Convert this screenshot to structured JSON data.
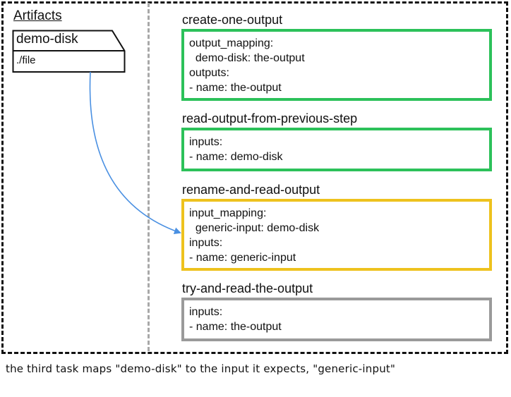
{
  "artifacts": {
    "heading": "Artifacts",
    "disk": {
      "name": "demo-disk",
      "path": "./file"
    }
  },
  "tasks": [
    {
      "title": "create-one-output",
      "color": "#2cc15a",
      "lines": [
        "output_mapping:",
        "  demo-disk: the-output",
        "outputs:",
        "- name: the-output"
      ]
    },
    {
      "title": "read-output-from-previous-step",
      "color": "#2cc15a",
      "lines": [
        "inputs:",
        "- name: demo-disk"
      ]
    },
    {
      "title": "rename-and-read-output",
      "color": "#eec21e",
      "lines": [
        "input_mapping:",
        "  generic-input: demo-disk",
        "inputs:",
        "- name: generic-input"
      ]
    },
    {
      "title": "try-and-read-the-output",
      "color": "#9a9a9a",
      "lines": [
        "inputs:",
        "- name: the-output"
      ]
    }
  ],
  "caption": "the third task maps \"demo-disk\" to the input it expects, \"generic-input\"",
  "arrow_color": "#4a90e2"
}
